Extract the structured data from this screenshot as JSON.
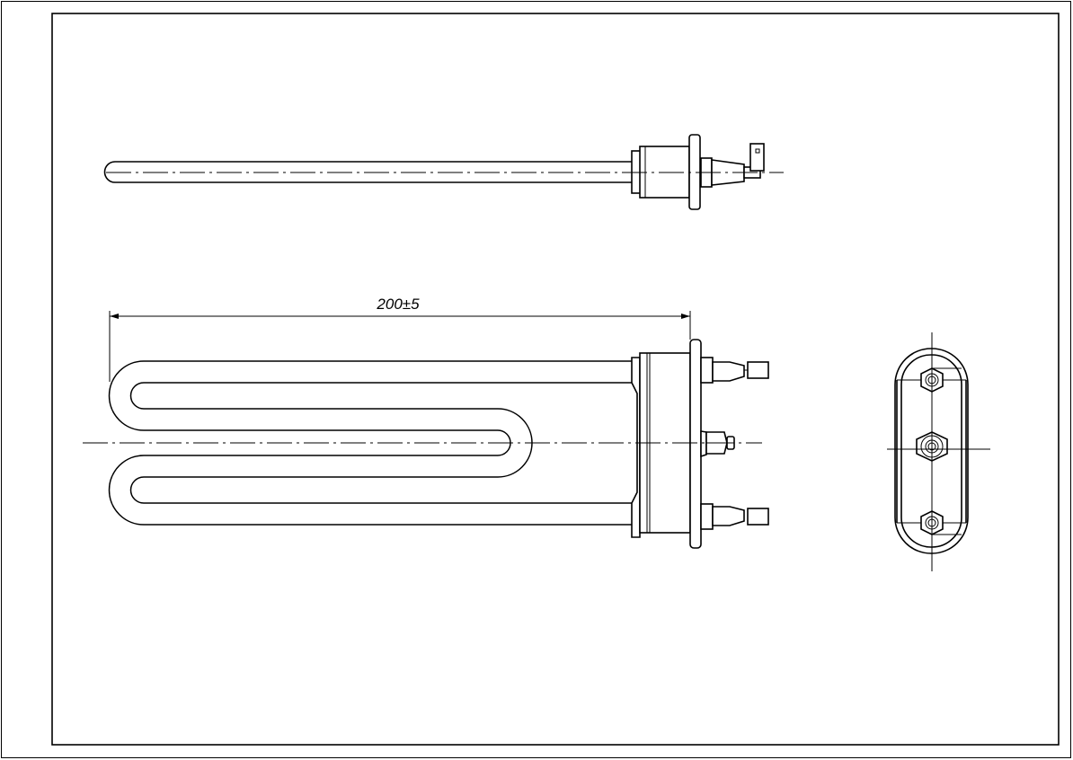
{
  "drawing": {
    "dimension_length": "200±5",
    "line_color": "#000000",
    "background_color": "#ffffff",
    "views": [
      "top-view",
      "front-view",
      "end-view"
    ]
  }
}
